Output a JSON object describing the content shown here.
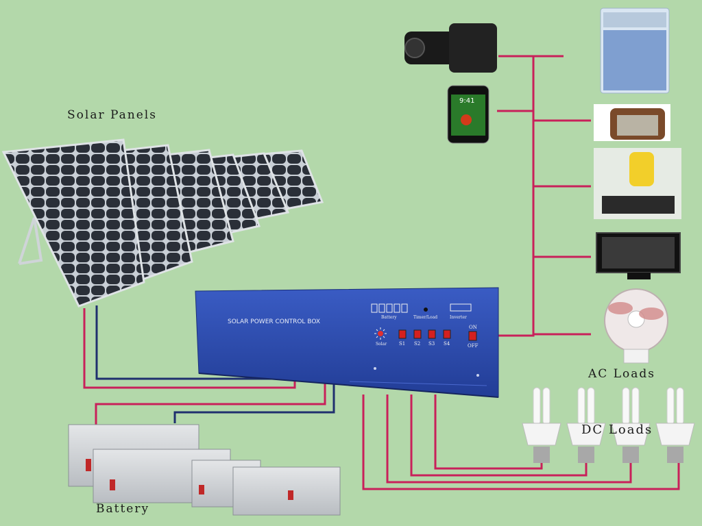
{
  "labels": {
    "solar_panels": "Solar Panels",
    "ac_loads": "AC Loads",
    "dc_loads": "DC Loads",
    "battery": "Battery"
  },
  "control_box": {
    "title": "SOLAR POWER CONTROL BOX",
    "battery_label": "Battery",
    "timer_label": "Timer/Load",
    "inverter_label": "Inverter",
    "solar_label": "Solar",
    "switches": [
      "S1",
      "S2",
      "S3",
      "S4"
    ],
    "on_label": "ON",
    "off_label": "OFF"
  },
  "phone": {
    "time": "9:41"
  },
  "colors": {
    "background": "#b3d8aa",
    "wire_red": "#c8205a",
    "wire_blue": "#1f2f6e",
    "box_blue": "#2b4bb0"
  }
}
